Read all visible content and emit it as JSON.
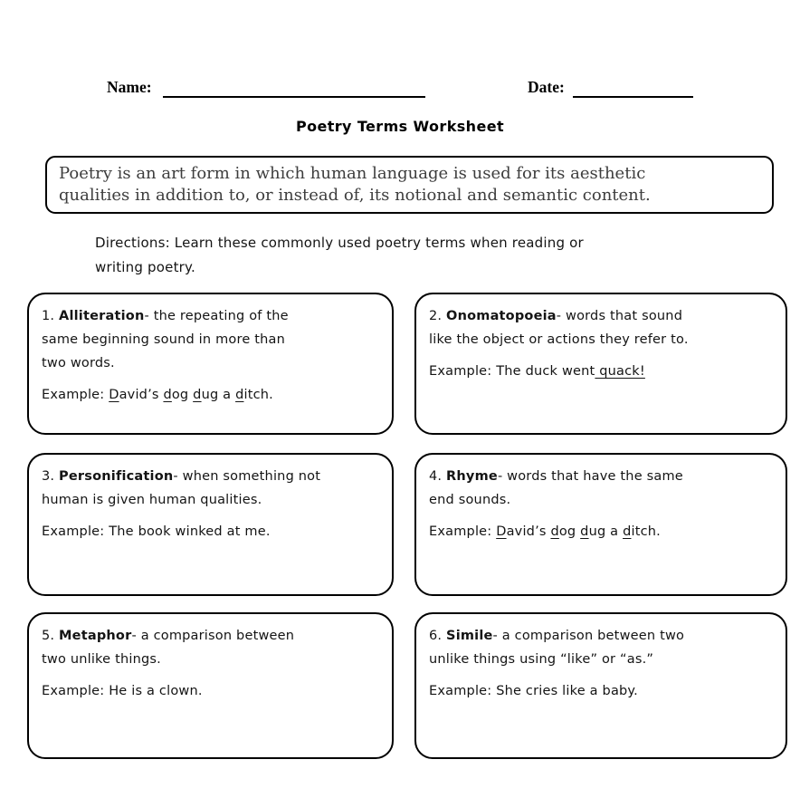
{
  "page": {
    "name_label": "Name:",
    "date_label": "Date:",
    "title": "Poetry Terms Worksheet",
    "intro_lines": [
      "Poetry is an art form in which human language is used for its aesthetic",
      "qualities in addition to, or instead of, its notional and semantic content."
    ],
    "directions_lines": [
      "Directions: Learn these commonly used poetry terms when reading or",
      "writing poetry."
    ]
  },
  "colors": {
    "ink": "#000000",
    "body_ink": "#141414",
    "intro_ink": "#3d3d3d",
    "background": "#ffffff"
  },
  "terms": [
    {
      "number": "1.",
      "term": "Alliteration",
      "definition": "- the repeating of the same beginning sound in more than two words.",
      "def_lines": [
        [
          {
            "t": "1. "
          },
          {
            "t": "Alliteration",
            "b": true
          },
          {
            "t": "- the repeating of the"
          }
        ],
        [
          {
            "t": "same beginning sound in more than"
          }
        ],
        [
          {
            "t": "two words."
          }
        ]
      ],
      "example": [
        {
          "t": "Example: "
        },
        {
          "t": "D",
          "u": true
        },
        {
          "t": "avid’s "
        },
        {
          "t": "d",
          "u": true
        },
        {
          "t": "og "
        },
        {
          "t": "d",
          "u": true
        },
        {
          "t": "ug a "
        },
        {
          "t": "d",
          "u": true
        },
        {
          "t": "itch."
        }
      ]
    },
    {
      "number": "2.",
      "term": "Onomatopoeia",
      "definition": "- words that sound like the object or actions they refer to.",
      "def_lines": [
        [
          {
            "t": "2. "
          },
          {
            "t": "Onomatopoeia",
            "b": true
          },
          {
            "t": "- words that sound"
          }
        ],
        [
          {
            "t": "like the object or actions they refer to."
          }
        ]
      ],
      "example": [
        {
          "t": "Example: The duck went"
        },
        {
          "t": " quack!",
          "u": true
        }
      ]
    },
    {
      "number": "3.",
      "term": "Personification",
      "definition": "- when something not human is given human qualities.",
      "def_lines": [
        [
          {
            "t": "3. "
          },
          {
            "t": "Personification",
            "b": true
          },
          {
            "t": "- when something not"
          }
        ],
        [
          {
            "t": "human is given human qualities."
          }
        ]
      ],
      "example": [
        {
          "t": "Example: The book winked at me."
        }
      ]
    },
    {
      "number": "4.",
      "term": "Rhyme",
      "definition": "- words that have the same end sounds.",
      "def_lines": [
        [
          {
            "t": "4. "
          },
          {
            "t": "Rhyme",
            "b": true
          },
          {
            "t": "- words that have the same"
          }
        ],
        [
          {
            "t": "end sounds."
          }
        ]
      ],
      "example": [
        {
          "t": "Example: "
        },
        {
          "t": "D",
          "u": true
        },
        {
          "t": "avid’s "
        },
        {
          "t": "d",
          "u": true
        },
        {
          "t": "og "
        },
        {
          "t": "d",
          "u": true
        },
        {
          "t": "ug a "
        },
        {
          "t": "d",
          "u": true
        },
        {
          "t": "itch."
        }
      ]
    },
    {
      "number": "5.",
      "term": "Metaphor",
      "definition": "- a comparison between two unlike things.",
      "def_lines": [
        [
          {
            "t": "5. "
          },
          {
            "t": "Metaphor",
            "b": true
          },
          {
            "t": "- a comparison between"
          }
        ],
        [
          {
            "t": "two unlike things."
          }
        ]
      ],
      "example": [
        {
          "t": "Example: He is a clown."
        }
      ]
    },
    {
      "number": "6.",
      "term": "Simile",
      "definition": "- a comparison between two unlike things using “like” or “as.”",
      "def_lines": [
        [
          {
            "t": "6. "
          },
          {
            "t": "Simile",
            "b": true
          },
          {
            "t": "- a comparison between two"
          }
        ],
        [
          {
            "t": "unlike things using “like” or “as.”"
          }
        ]
      ],
      "example": [
        {
          "t": "Example: She cries like a baby."
        }
      ]
    }
  ]
}
